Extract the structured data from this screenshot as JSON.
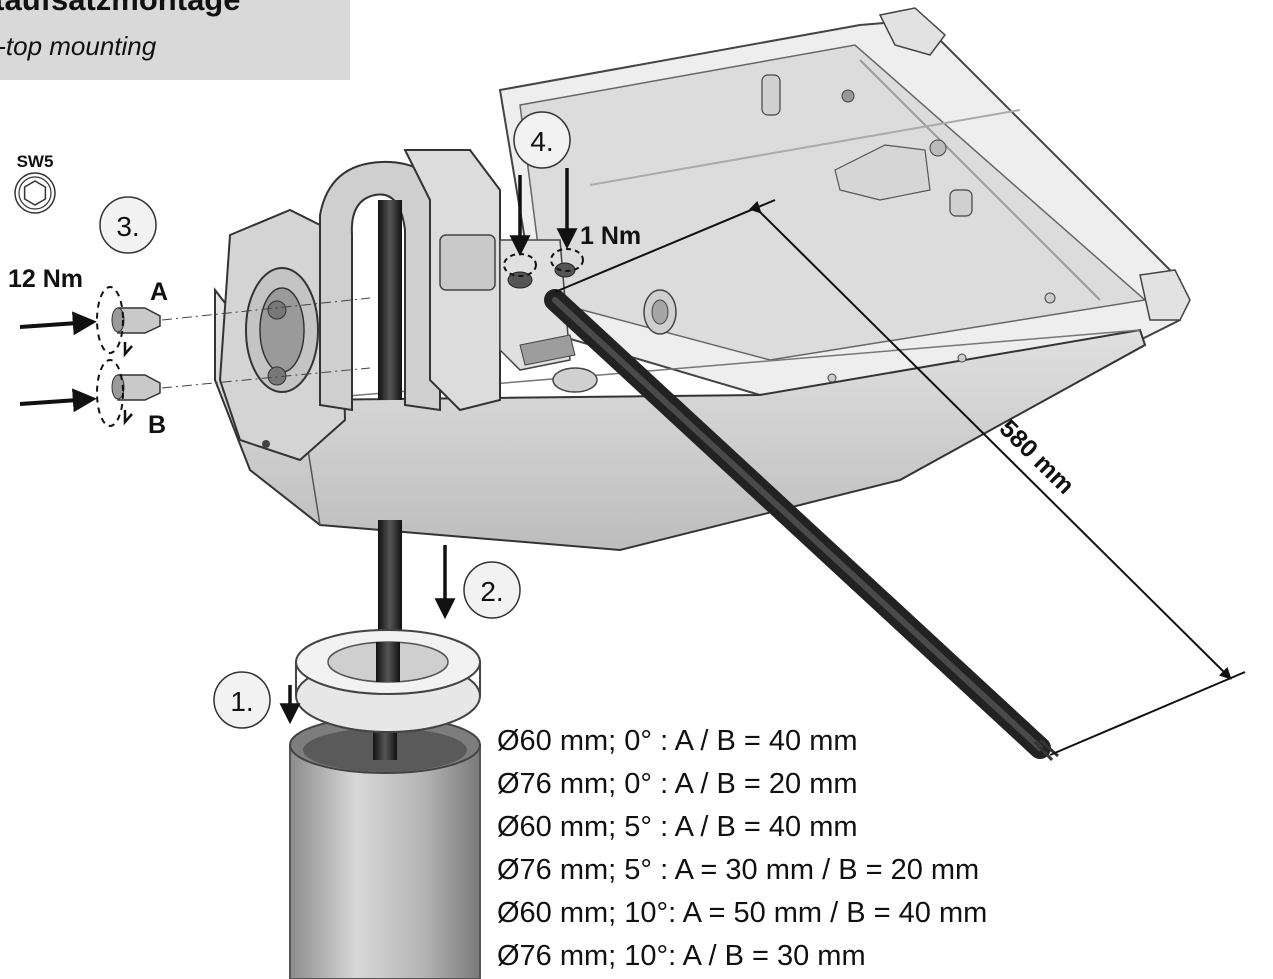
{
  "title": {
    "de": "nstaufsatzmontage",
    "en": "t-top mounting"
  },
  "labels": {
    "tool": "SW5",
    "torque_screws": "12 Nm",
    "torque_small": "1 Nm",
    "screw_a": "A",
    "screw_b": "B",
    "dimension": "580 mm"
  },
  "steps": [
    "1.",
    "2.",
    "3.",
    "4."
  ],
  "specs": [
    "Ø60 mm; 0°  : A / B = 40 mm",
    "Ø76 mm; 0°  : A / B = 20 mm",
    "Ø60 mm; 5°  : A / B = 40 mm",
    "Ø76 mm; 5°  : A = 30 mm / B = 20 mm",
    "Ø60 mm; 10°: A = 50 mm / B = 40 mm",
    "Ø76 mm; 10°: A / B = 30 mm"
  ]
}
